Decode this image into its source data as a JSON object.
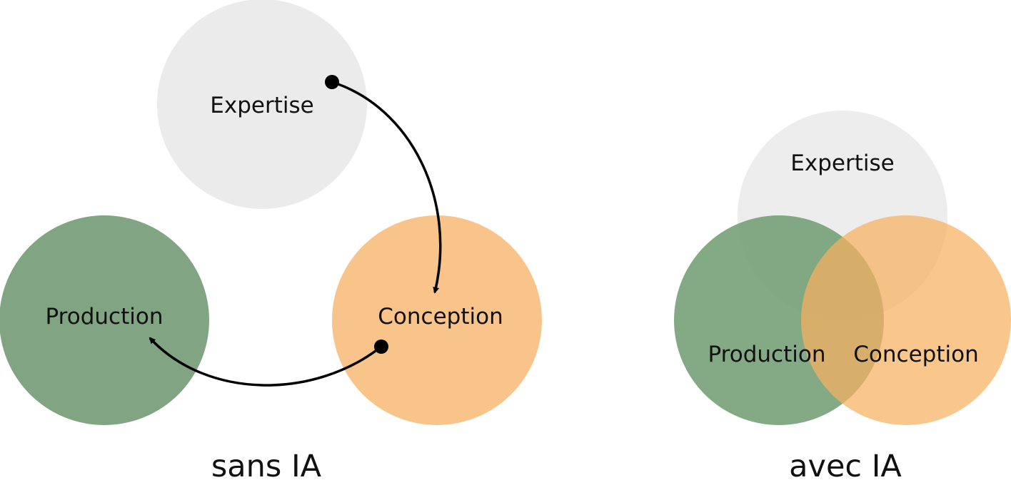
{
  "colors": {
    "expertise": "#ebebeb",
    "production": "#81a582",
    "conception": "#f9c489",
    "arrow": "#000000",
    "text": "#111111"
  },
  "left_diagram": {
    "expertise_label": "Expertise",
    "production_label": "Production",
    "conception_label": "Conception",
    "caption": "sans IA",
    "flow": [
      "Expertise → Conception",
      "Conception → Production"
    ]
  },
  "right_diagram": {
    "expertise_label": "Expertise",
    "production_label": "Production",
    "conception_label": "Conception",
    "caption": "avec IA"
  }
}
